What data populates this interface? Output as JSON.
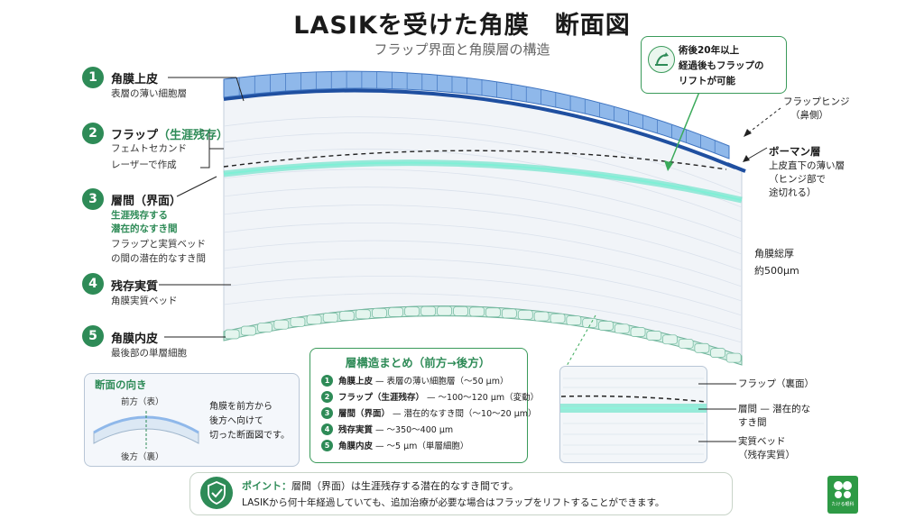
{
  "title": "LASIKを受けた角膜　断面図",
  "subtitle": "フラップ界面と角膜層の構造",
  "layers": [
    {
      "num": "1",
      "name": "角膜上皮",
      "desc": [
        "表層の薄い細胞層"
      ]
    },
    {
      "num": "2",
      "name": "フラップ",
      "name_green": "（生涯残存）",
      "desc": [
        "フェムトセカンド",
        "レーザーで作成"
      ]
    },
    {
      "num": "3",
      "name": "層間（界面）",
      "green_desc": [
        "生涯残存する",
        "潜在的なすき間"
      ],
      "desc": [
        "フラップと実質ベッド",
        "の間の潜在的なすき間"
      ]
    },
    {
      "num": "4",
      "name": "残存実質",
      "desc": [
        "角膜実質ベッド"
      ]
    },
    {
      "num": "5",
      "name": "角膜内皮",
      "desc": [
        "最後部の単層細胞"
      ]
    }
  ],
  "callout": {
    "lines": [
      "術後20年以上",
      "経過後もフラップの",
      "リフトが可能"
    ]
  },
  "right_labels": {
    "hinge": [
      "フラップヒンジ",
      "（鼻側）"
    ],
    "bowman_title": "ボーマン層",
    "bowman_desc": [
      "上皮直下の薄い層",
      "（ヒンジ部で",
      "途切れる）"
    ],
    "thickness": [
      "角膜総厚",
      "約500μm"
    ]
  },
  "summary": {
    "title": "層構造まとめ（前方→後方）",
    "rows": [
      {
        "num": "1",
        "name": "角膜上皮",
        "desc": "— 表層の薄い細胞層（〜50 μm）"
      },
      {
        "num": "2",
        "name": "フラップ（生涯残存）",
        "desc": "— 〜100〜120 μm（変動）"
      },
      {
        "num": "3",
        "name": "層間（界面）",
        "desc": "— 潜在的なすき間（〜10〜20 μm）"
      },
      {
        "num": "4",
        "name": "残存実質",
        "desc": "— 〜350〜400 μm"
      },
      {
        "num": "5",
        "name": "角膜内皮",
        "desc": "— 〜5 μm（単層細胞）"
      }
    ]
  },
  "orientation": {
    "title": "断面の向き",
    "front": "前方（表）",
    "back": "後方（裏）",
    "desc": [
      "角膜を前方から",
      "後方へ向けて",
      "切った断面図です。"
    ]
  },
  "zoom_labels": {
    "flap": "フラップ（裏面）",
    "interface": [
      "層間 — 潜在的な",
      "すき間"
    ],
    "bed": [
      "実質ベッド",
      "（残存実質）"
    ]
  },
  "point": {
    "key": "ポイント：",
    "line1": "層間（界面）は生涯残存する潜在的なすき間です。",
    "line2": "LASIKから何十年経過していても、追加治療が必要な場合はフラップをリフトすることができます。"
  },
  "logo_text": "たける眼科",
  "colors": {
    "accent": "#2e8b57",
    "epithelium": "#5b8fd6",
    "bowman": "#1f4fa0",
    "interface": "#4de0c0"
  }
}
